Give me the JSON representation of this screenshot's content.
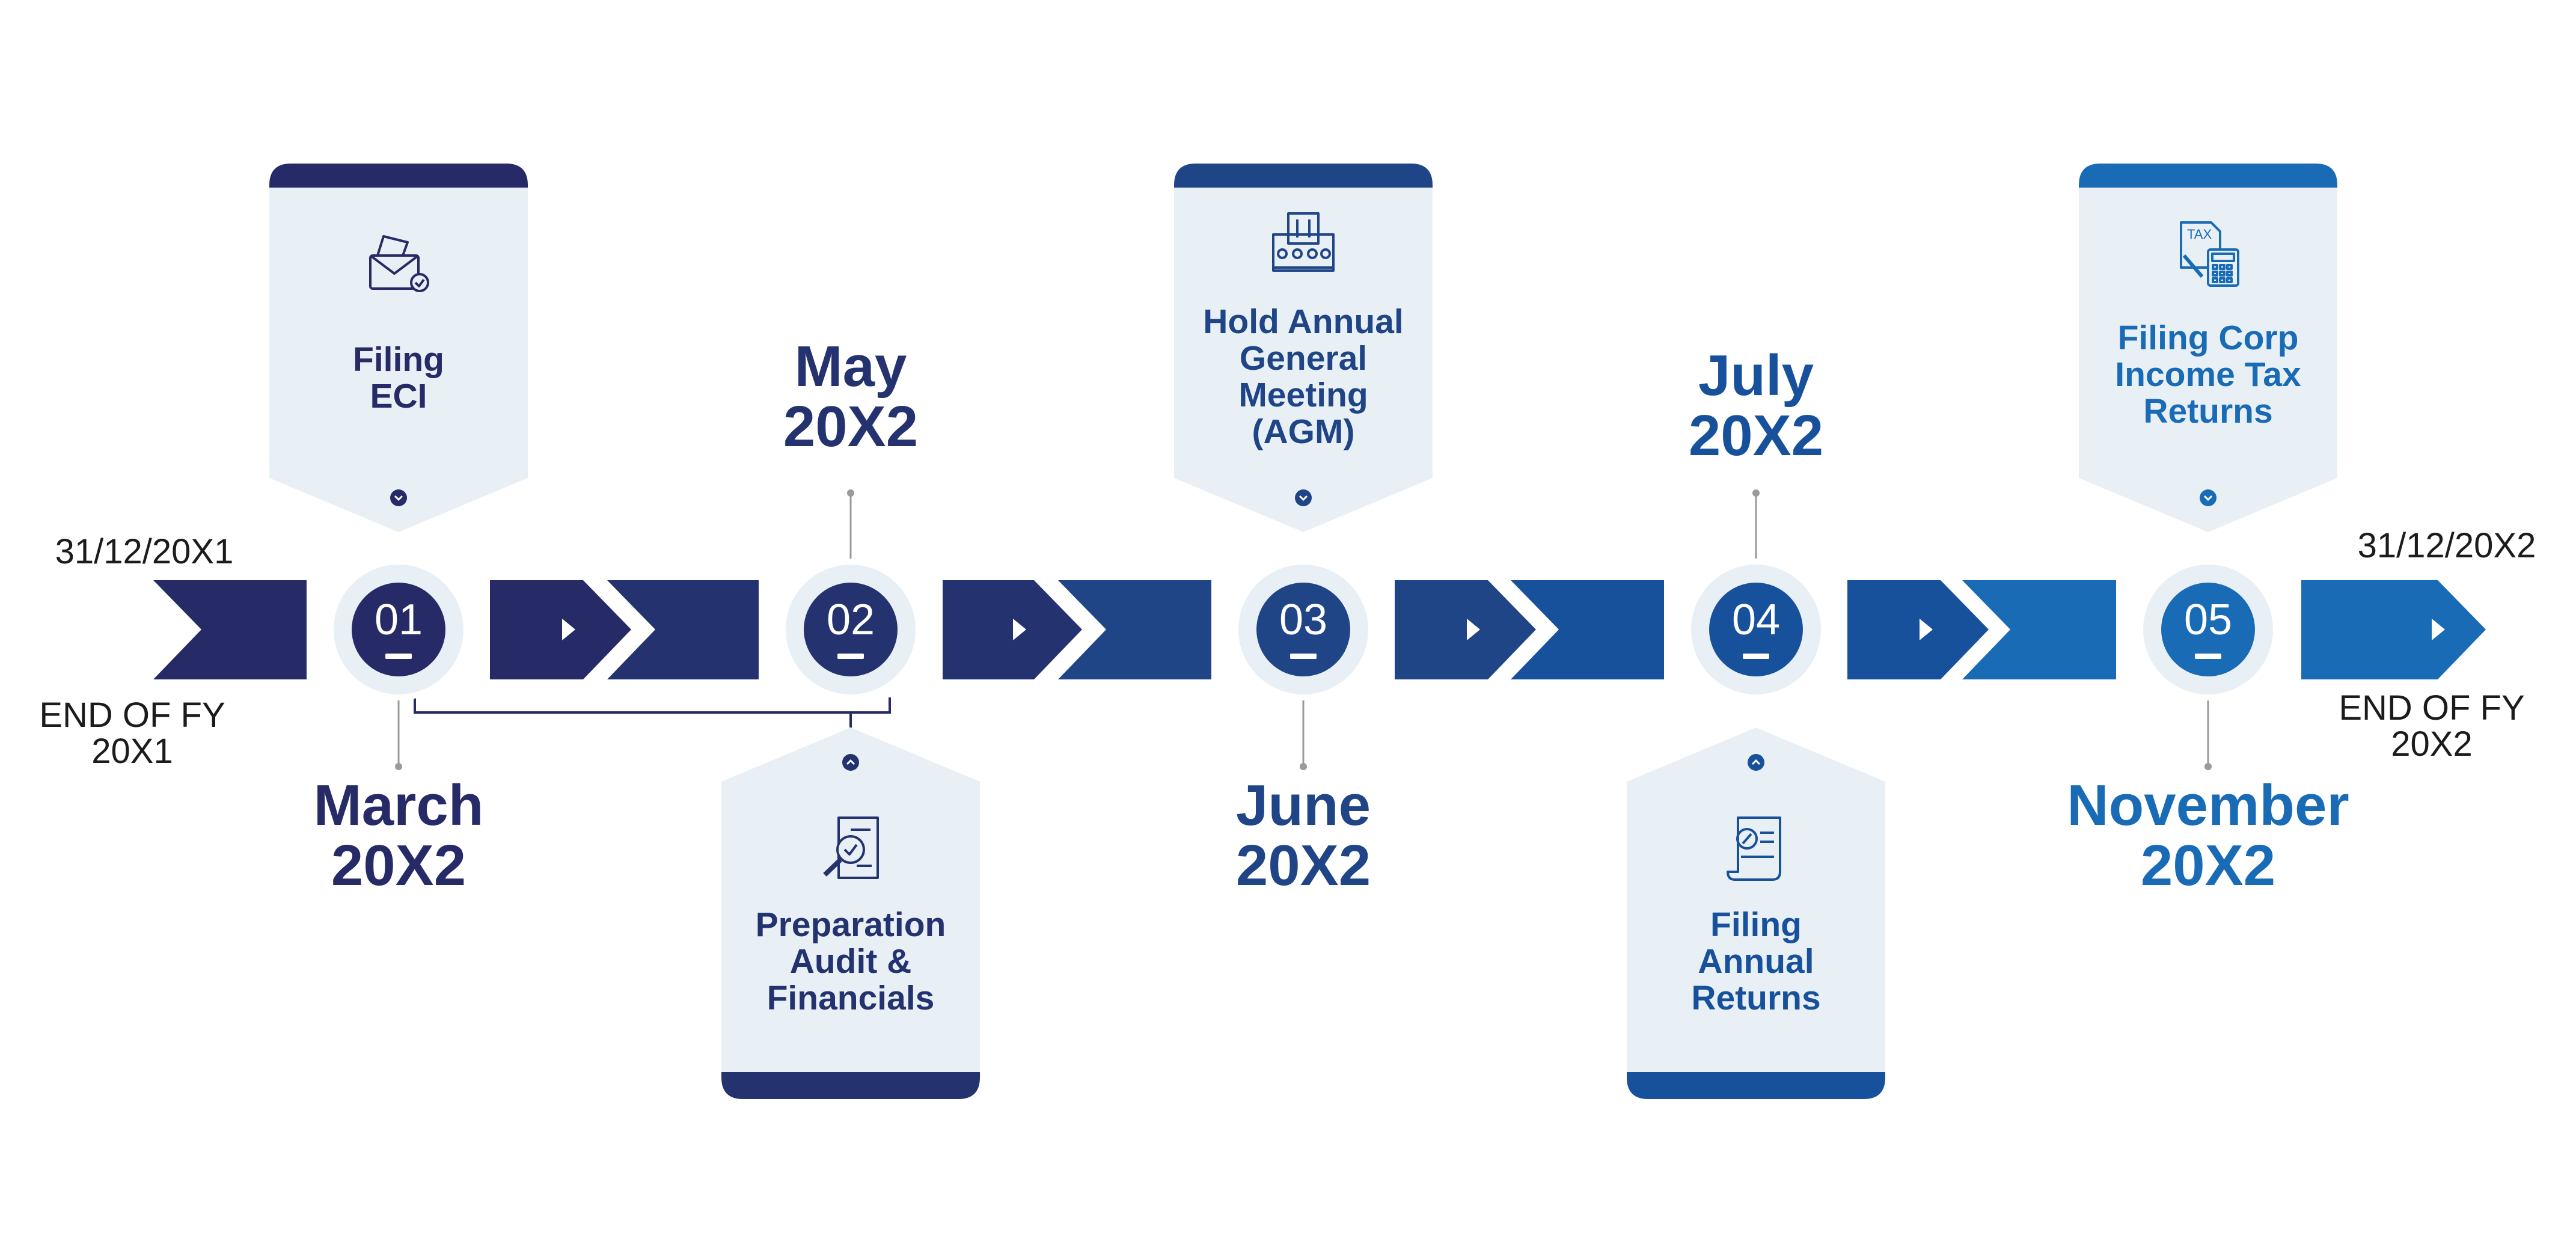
{
  "start": {
    "date": "31/12/20X1",
    "line1": "END OF FY",
    "line2": "20X1"
  },
  "end": {
    "date": "31/12/20X2",
    "line1": "END OF FY",
    "line2": "20X2"
  },
  "colors": [
    "#262a66",
    "#24336f",
    "#1f4587",
    "#18519b",
    "#1a6bb5"
  ],
  "milestones": [
    {
      "num": "01",
      "date1": "March",
      "date2": "20X2",
      "lines": [
        "Filing",
        "ECI"
      ],
      "icon": "envelope-document-icon"
    },
    {
      "num": "02",
      "date1": "May",
      "date2": "20X2",
      "lines": [
        "Preparation",
        "Audit &",
        "Financials"
      ],
      "icon": "document-magnifier-icon"
    },
    {
      "num": "03",
      "date1": "June",
      "date2": "20X2",
      "lines": [
        "Hold Annual",
        "General",
        "Meeting",
        "(AGM)"
      ],
      "icon": "meeting-building-icon"
    },
    {
      "num": "04",
      "date1": "July",
      "date2": "20X2",
      "lines": [
        "Filing",
        "Annual",
        "Returns"
      ],
      "icon": "percent-scroll-icon"
    },
    {
      "num": "05",
      "date1": "November",
      "date2": "20X2",
      "lines": [
        "Filing Corp",
        "Income Tax",
        "Returns"
      ],
      "icon": "tax-calculator-icon",
      "icon_text": "TAX"
    }
  ]
}
